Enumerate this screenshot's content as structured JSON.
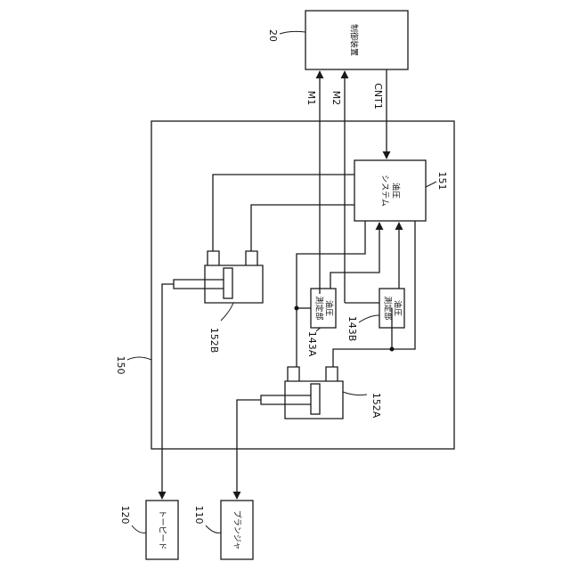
{
  "labels": {
    "controller_ref": "20",
    "controller_text": "制御装置",
    "signal_m1": "M1",
    "signal_m2": "M2",
    "signal_cnt1": "CNT1",
    "unit_ref": "150",
    "hydraulic_system_ref": "151",
    "hydraulic_system_line1": "油圧",
    "hydraulic_system_line2": "システム",
    "cylinder_b_ref": "152B",
    "cylinder_a_ref": "152A",
    "sensor_a_ref": "143A",
    "sensor_a_line1": "油圧",
    "sensor_a_line2": "測定部",
    "sensor_b_ref": "143B",
    "sensor_b_line1": "油圧",
    "sensor_b_line2": "測定部",
    "torpedo_ref": "120",
    "torpedo_text": "トーピード",
    "plunger_ref": "110",
    "plunger_text": "プランジャ"
  }
}
